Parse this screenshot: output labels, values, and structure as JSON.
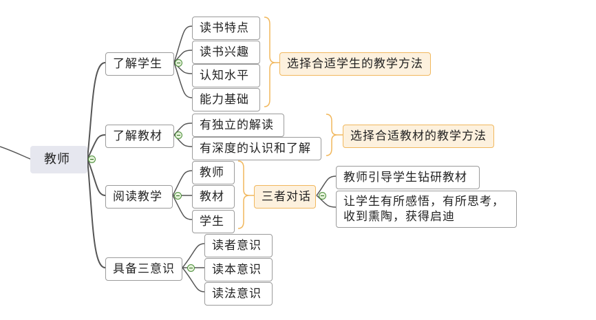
{
  "mindmap": {
    "root": "教师",
    "branches": [
      {
        "label": "了解学生",
        "children": [
          "读书特点",
          "读书兴趣",
          "认知水平",
          "能力基础"
        ],
        "summary": "选择合适学生的教学方法"
      },
      {
        "label": "了解教材",
        "children": [
          "有独立的解读",
          "有深度的认识和了解"
        ],
        "summary": "选择合适教材的教学方法"
      },
      {
        "label": "阅读教学",
        "children": [
          "教师",
          "教材",
          "学生"
        ],
        "summary": "三者对话",
        "summary_children": [
          "教师引导学生钻研教材",
          "让学生有所感悟，有所思考，",
          "收到熏陶，获得启迪"
        ]
      },
      {
        "label": "具备三意识",
        "children": [
          "读者意识",
          "读本意识",
          "读法意识"
        ]
      }
    ]
  },
  "colors": {
    "line": "#555555",
    "bracket": "#f1b75c",
    "summary_fill": "#fdf1de",
    "root_fill": "#e6e7ef",
    "toggle": "#4c8f3a"
  },
  "icons": [
    "collapse-toggle-icon"
  ]
}
